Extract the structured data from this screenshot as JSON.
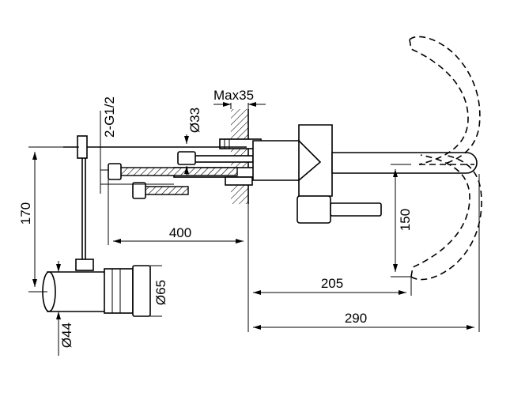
{
  "labels": {
    "thread": "2-G1/2",
    "max_thickness": "Max35",
    "hole_diameter": "Ø33",
    "height_170": "170",
    "length_400": "400",
    "spout_height_150": "150",
    "reach_205": "205",
    "length_290": "290",
    "diameter_65": "Ø65",
    "diameter_44": "Ø44"
  }
}
